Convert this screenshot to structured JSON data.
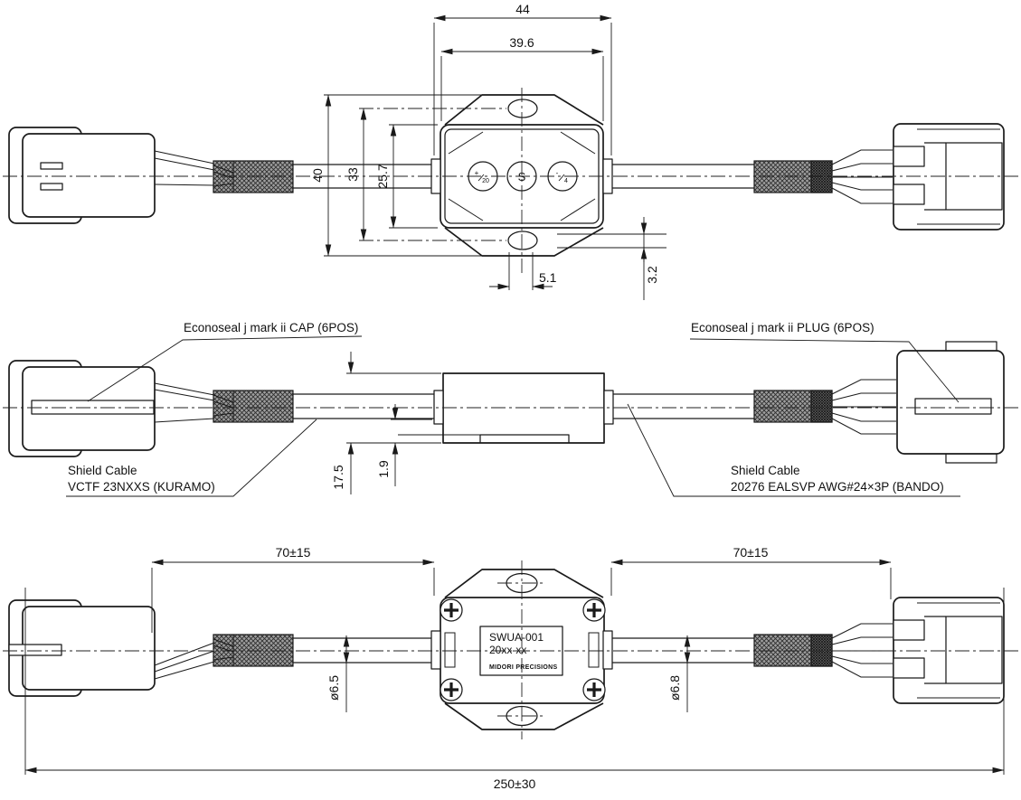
{
  "title": "Cable assembly outline drawing",
  "colors": {
    "line": "#1a1a1a",
    "braid": "#9e9e9e",
    "braid_dense": "#707070",
    "background": "#ffffff"
  },
  "top_view": {
    "dim_flange_width": "44",
    "dim_body_width": "39.6",
    "dim_overall_height": "40",
    "dim_hole_pitch": "33",
    "dim_body_height": "25.7",
    "dim_tab_width": "5.1",
    "dim_tab_offset": "3.2",
    "terminal_left_sign": "+",
    "terminal_left_num": "20",
    "terminal_center": "S",
    "terminal_right_sign": "-",
    "terminal_right_num": "4"
  },
  "middle_view": {
    "cap_label": "Econoseal j mark ii CAP (6POS)",
    "plug_label": "Econoseal j mark ii PLUG (6POS)",
    "shield_cable_left": {
      "line1": "Shield Cable",
      "line2": "VCTF 23NXXS (KURAMO)"
    },
    "shield_cable_right": {
      "line1": "Shield Cable",
      "line2": "20276 EALSVP AWG#24×3P (BANDO)"
    },
    "dim_case_height": "17.5",
    "dim_step": "1.9"
  },
  "bottom_view": {
    "dim_cable_left": "70±15",
    "dim_cable_right": "70±15",
    "dim_cable_dia_left": "ø6.5",
    "dim_cable_dia_right": "ø6.8",
    "dim_overall_length": "250±30",
    "nameplate": {
      "model": "SWUA-001",
      "date": "20xx-xx",
      "maker": "MIDORI PRECISIONS"
    }
  }
}
